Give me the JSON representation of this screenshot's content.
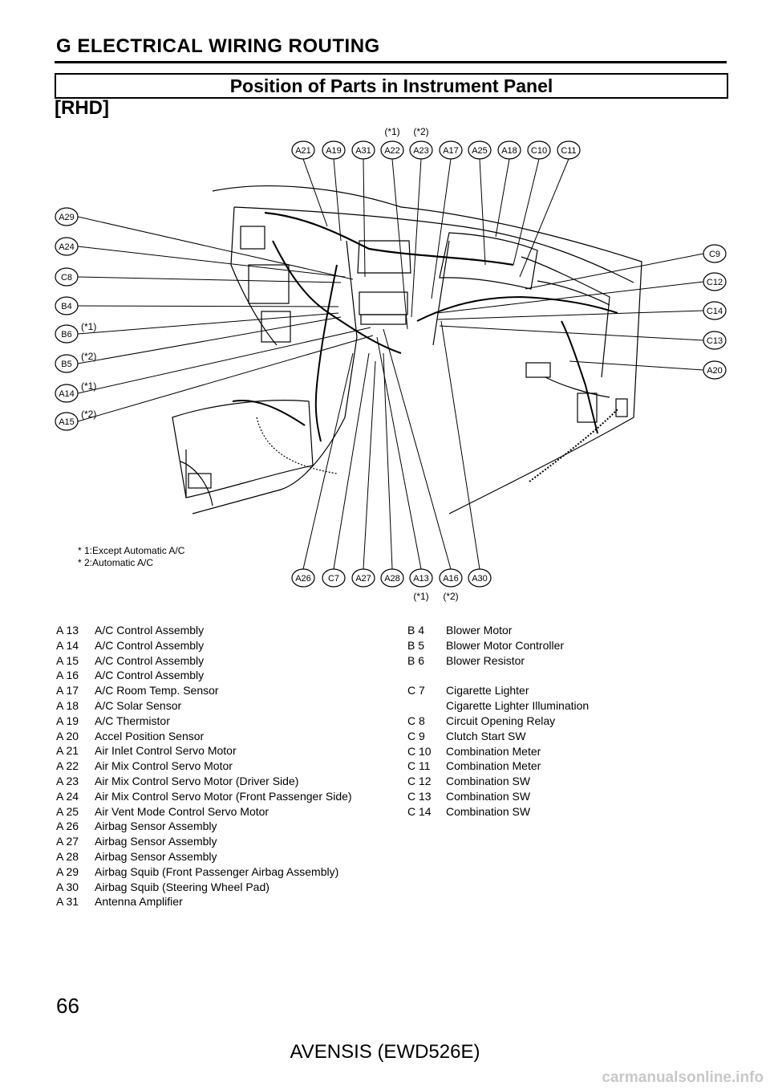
{
  "header": {
    "section_title": "G  ELECTRICAL WIRING ROUTING"
  },
  "banner": {
    "title": "Position of Parts in Instrument Panel"
  },
  "variant": "[RHD]",
  "diagram": {
    "top_labels": [
      "A21",
      "A19",
      "A31",
      "A22",
      "A23",
      "A17",
      "A25",
      "A18",
      "C10",
      "C11"
    ],
    "top_notes": {
      "A22": "(*1)",
      "A23": "(*2)"
    },
    "left_labels": [
      "A29",
      "A24",
      "C8",
      "B4",
      "B6",
      "B5",
      "A14",
      "A15"
    ],
    "left_notes": {
      "B6": "(*1)",
      "B5": "(*2)",
      "A14": "(*1)",
      "A15": "(*2)"
    },
    "right_labels": [
      "C9",
      "C12",
      "C14",
      "C13",
      "A20"
    ],
    "bottom_labels": [
      "A26",
      "C7",
      "A27",
      "A28",
      "A13",
      "A16",
      "A30"
    ],
    "bottom_notes": {
      "A13": "(*1)",
      "A16": "(*2)"
    },
    "footnotes": [
      "* 1:Except Automatic A/C",
      "* 2:Automatic A/C"
    ]
  },
  "legend_left": [
    {
      "code": "A 13",
      "name": "A/C Control Assembly"
    },
    {
      "code": "A 14",
      "name": "A/C Control Assembly"
    },
    {
      "code": "A 15",
      "name": "A/C Control Assembly"
    },
    {
      "code": "A 16",
      "name": "A/C Control Assembly"
    },
    {
      "code": "A 17",
      "name": "A/C Room Temp. Sensor"
    },
    {
      "code": "A 18",
      "name": "A/C Solar Sensor"
    },
    {
      "code": "A 19",
      "name": "A/C Thermistor"
    },
    {
      "code": "A 20",
      "name": "Accel Position Sensor"
    },
    {
      "code": "A 21",
      "name": "Air Inlet Control Servo Motor"
    },
    {
      "code": "A 22",
      "name": "Air Mix Control Servo Motor"
    },
    {
      "code": "A 23",
      "name": "Air Mix Control Servo Motor (Driver Side)"
    },
    {
      "code": "A 24",
      "name": "Air Mix Control Servo Motor (Front Passenger Side)"
    },
    {
      "code": "A 25",
      "name": "Air Vent Mode Control Servo Motor"
    },
    {
      "code": "A 26",
      "name": "Airbag Sensor Assembly"
    },
    {
      "code": "A 27",
      "name": "Airbag Sensor Assembly"
    },
    {
      "code": "A 28",
      "name": "Airbag Sensor Assembly"
    },
    {
      "code": "A 29",
      "name": "Airbag Squib (Front Passenger Airbag Assembly)"
    },
    {
      "code": "A 30",
      "name": "Airbag Squib (Steering Wheel Pad)"
    },
    {
      "code": "A 31",
      "name": "Antenna Amplifier"
    }
  ],
  "legend_right": {
    "b_items": [
      {
        "code": "B  4",
        "name": "Blower Motor"
      },
      {
        "code": "B  5",
        "name": "Blower Motor Controller"
      },
      {
        "code": "B  6",
        "name": "Blower Resistor"
      }
    ],
    "c7": {
      "code": "C  7",
      "name": "Cigarette Lighter",
      "extra": "Cigarette Lighter Illumination"
    },
    "c_items": [
      {
        "code": "C  8",
        "name": "Circuit Opening Relay"
      },
      {
        "code": "C  9",
        "name": "Clutch Start SW"
      },
      {
        "code": "C 10",
        "name": "Combination Meter"
      },
      {
        "code": "C 11",
        "name": "Combination Meter"
      },
      {
        "code": "C 12",
        "name": "Combination SW"
      },
      {
        "code": "C 13",
        "name": "Combination SW"
      },
      {
        "code": "C 14",
        "name": "Combination SW"
      }
    ]
  },
  "page_number": "66",
  "footer": "AVENSIS (EWD526E)",
  "watermark": "carmanualsonline.info"
}
